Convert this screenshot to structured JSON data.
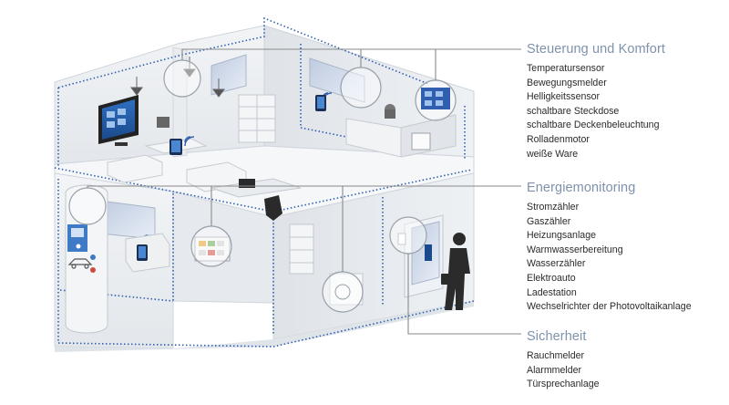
{
  "sections": [
    {
      "title": "Steuerung und Komfort",
      "items": [
        "Temperatursensor",
        "Bewegungsmelder",
        "Helligkeitssensor",
        "schaltbare Steckdose",
        "schaltbare Deckenbeleuchtung",
        "Rolladenmotor",
        "weiße Ware"
      ]
    },
    {
      "title": "Energiemonitoring",
      "items": [
        "Stromzähler",
        "Gaszähler",
        "Heizungsanlage",
        "Warmwasserbereitung",
        "Wasserzähler",
        "Elektroauto",
        "Ladestation",
        "Wechselrichter der Photovoltaikanlage"
      ]
    },
    {
      "title": "Sicherheit",
      "items": [
        "Rauchmelder",
        "Alarmmelder",
        "Türsprechanlage"
      ]
    }
  ],
  "colors": {
    "heading": "#7e92ad",
    "text": "#2b2b2b",
    "callout_line": "#8a8a8a",
    "network_dots": "#2f5fae",
    "wall": "#eaedf0",
    "floor": "#f3f5f7"
  },
  "icons": [
    "house-cutaway-illustration",
    "tv-icon",
    "tablet-icon",
    "wifi-icon",
    "lamp-icon",
    "router-icon",
    "meter-panel-icon",
    "smoke-detector-icon",
    "door-intercom-icon",
    "person-silhouette-icon",
    "charging-station-icon",
    "electric-car-icon"
  ]
}
